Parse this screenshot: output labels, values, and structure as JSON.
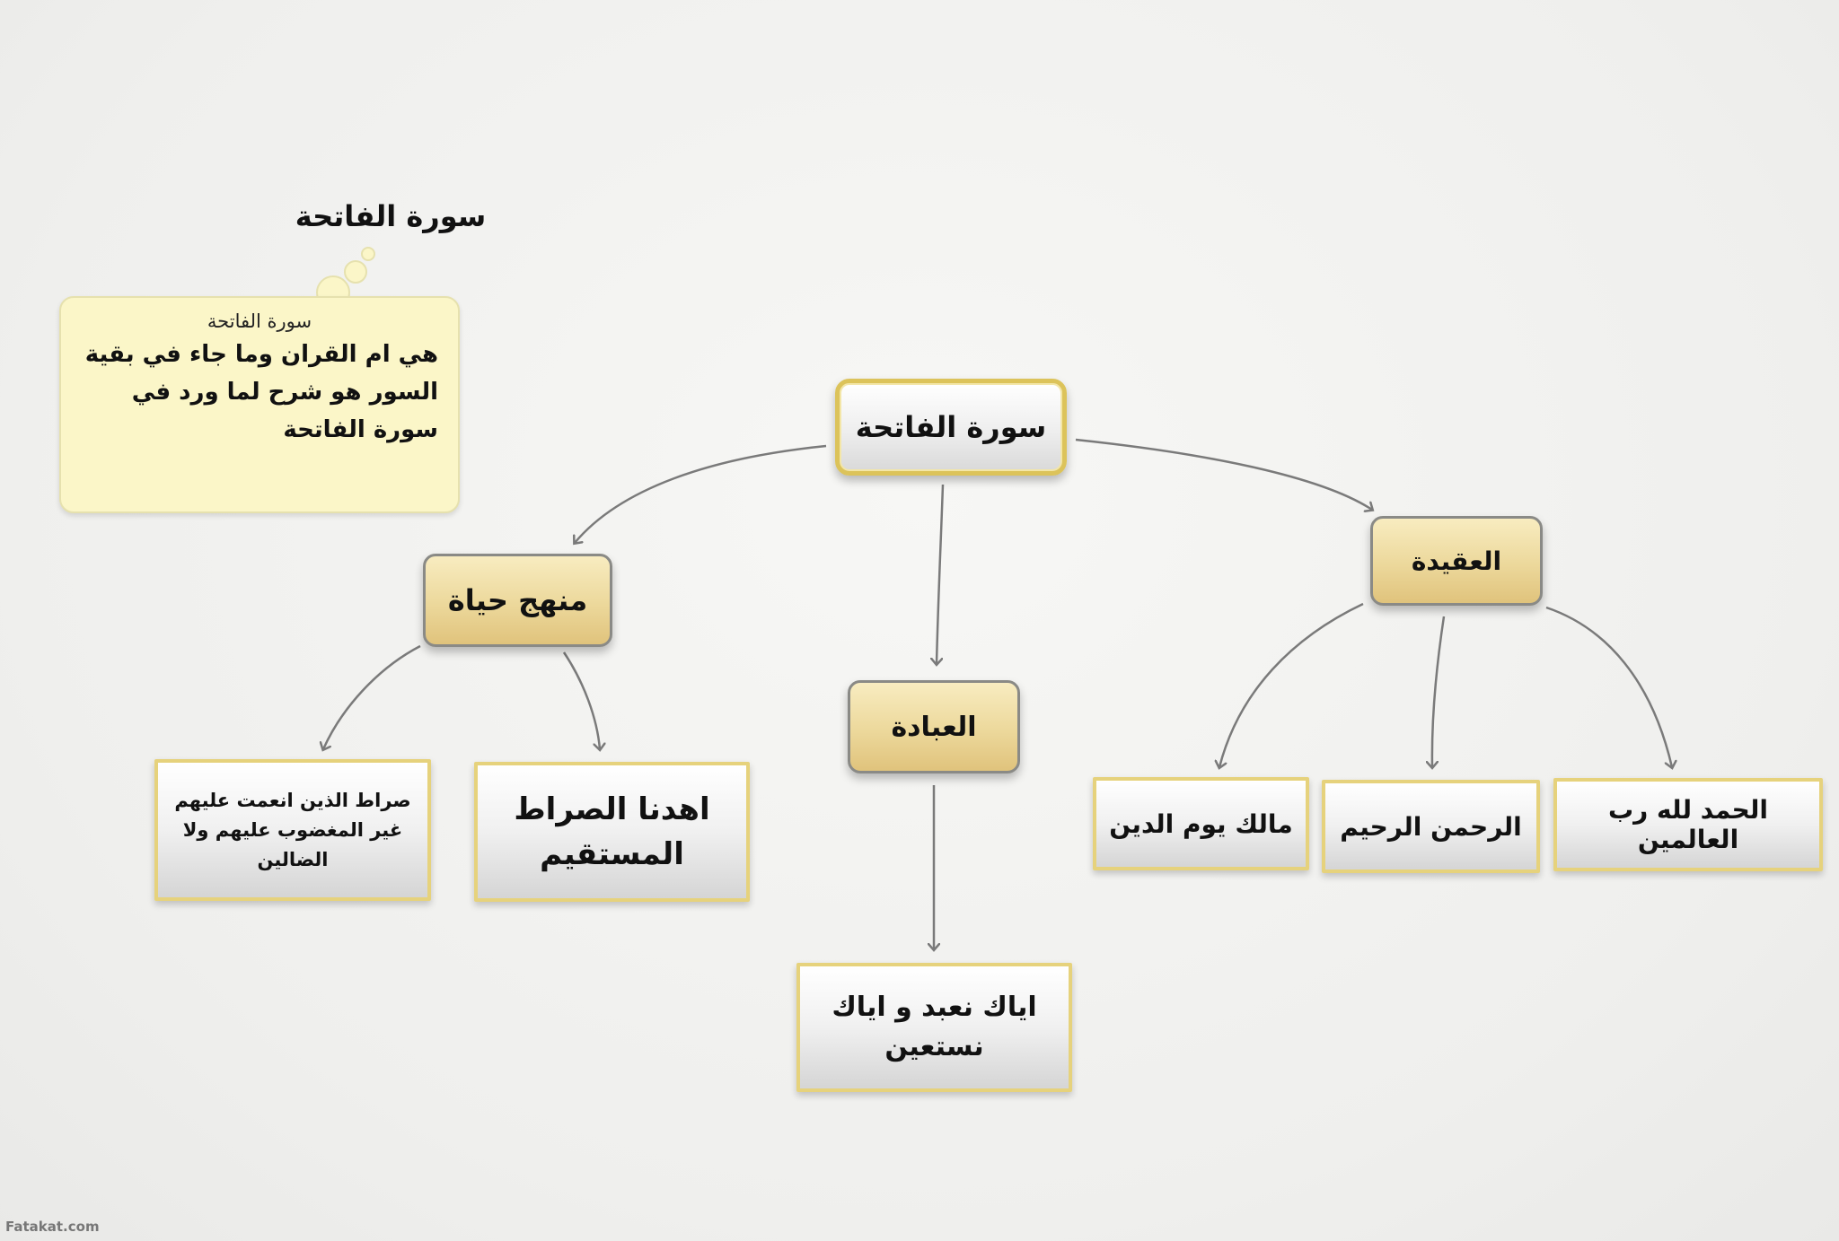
{
  "title": "سورة الفاتحة",
  "note": {
    "title": "سورة الفاتحة",
    "body": "هي ام القران وما جاء في بقية السور هو شرح لما ورد في سورة الفاتحة"
  },
  "nodes": {
    "root": "سورة الفاتحة",
    "aqeedah": "العقيدة",
    "ibadah": "العبادة",
    "manhaj": "منهج حياة",
    "hamd": "الحمد لله رب العالمين",
    "rahman": "الرحمن الرحيم",
    "malik": "مالك يوم الدين",
    "iyyaka": "اياك نعبد و اياك نستعين",
    "ihdina": "اهدنا الصراط المستقيم",
    "sirat": "صراط الذين انعمت عليهم غير المغضوب عليهم ولا الضالين"
  },
  "watermark": "Fatakat.com",
  "colors": {
    "gold": "#ecd89b",
    "border_gold": "#dcc35a",
    "note": "#fbf6c8",
    "arrow": "#7a7a7a"
  }
}
